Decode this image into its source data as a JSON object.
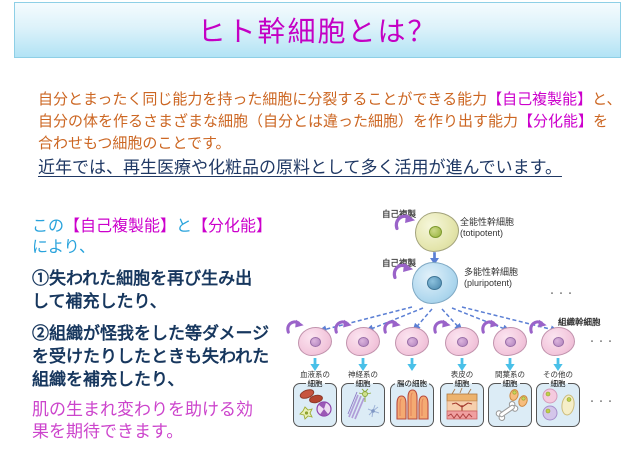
{
  "slide": {
    "title": "ヒト幹細胞とは？",
    "intro": {
      "l1a": "自分とまったく同じ能力を持った細胞に分裂することができる能力",
      "l1b": "【自己複製能】",
      "l1c": "と、",
      "l2a": "自分の体を作るさまざまな細胞（自分とは違った細胞）を作り出す能力",
      "l2b": "【分化能】",
      "l2c": "を",
      "l3": "合わせもつ細胞のことです。",
      "l4": "近年では、再生医療や化粧品の原料として多く活用が進んでいます。"
    },
    "left_block": {
      "lead_a": "この",
      "lead_b": "【自己複製能】",
      "lead_c": "と",
      "lead_d": "【分化能】",
      "lead_e": "により、",
      "point1_l1": "①失われた細胞を再び生み出",
      "point1_l2": "して補充したり、",
      "point2_l1": "②組織が怪我をした等ダメージ",
      "point2_l2": "を受けたりしたときも失われた",
      "point2_l3": "組織を補充したり、",
      "point3_l1": "肌の生まれ変わりを助ける効",
      "point3_l2": "果を期待できます。"
    },
    "diagram": {
      "self_renewal": "自己複製",
      "totipotent_jp": "全能性幹細胞",
      "totipotent_en": "(totipotent)",
      "pluripotent_jp": "多能性幹細胞",
      "pluripotent_en": "(pluripotent)",
      "tissue_stem": "組織幹細胞",
      "ellipsis": "・・・",
      "tissues": [
        {
          "top": "血液系の",
          "bottom": "細胞"
        },
        {
          "top": "神経系の",
          "bottom": "細胞"
        },
        {
          "top": "",
          "bottom": "腸の細胞"
        },
        {
          "top": "表皮の",
          "bottom": "細胞"
        },
        {
          "top": "間葉系の",
          "bottom": "細胞"
        },
        {
          "top": "その他の",
          "bottom": "細胞"
        }
      ]
    },
    "colors": {
      "title_magenta": "#c400c4",
      "intro_orange": "#cc6622",
      "highlight_magenta": "#cc00cc",
      "note_navy": "#1f3864",
      "lead_blue": "#29a3dc",
      "point_navy": "#17375e",
      "skin_magenta": "#cc44cc",
      "header_blue": "#b2e3f5",
      "purple_arrow": "#9a63c9",
      "dashed_arrow_blue": "#5b7fd4",
      "cyan_arrow": "#49c0e8"
    }
  }
}
